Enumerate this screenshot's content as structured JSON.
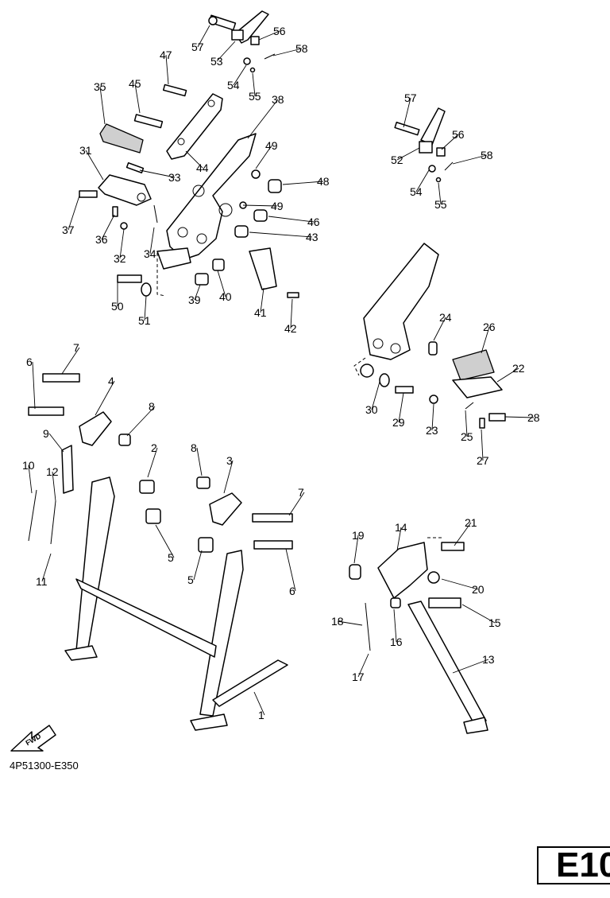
{
  "document_code": "4P51300-E350",
  "page_tab": "E10",
  "fwd_label": "FWD",
  "callouts": [
    "57",
    "56",
    "58",
    "53",
    "54",
    "55",
    "47",
    "45",
    "35",
    "38",
    "31",
    "33",
    "44",
    "49",
    "48",
    "37",
    "36",
    "32",
    "34",
    "46",
    "43",
    "50",
    "51",
    "39",
    "40",
    "41",
    "42",
    "57",
    "56",
    "58",
    "52",
    "54",
    "55",
    "24",
    "26",
    "22",
    "28",
    "30",
    "29",
    "23",
    "25",
    "27",
    "7",
    "6",
    "4",
    "8",
    "9",
    "10",
    "12",
    "11",
    "2",
    "5",
    "8",
    "3",
    "7",
    "5",
    "6",
    "1",
    "21",
    "19",
    "14",
    "20",
    "18",
    "16",
    "15",
    "17",
    "13",
    "49"
  ]
}
